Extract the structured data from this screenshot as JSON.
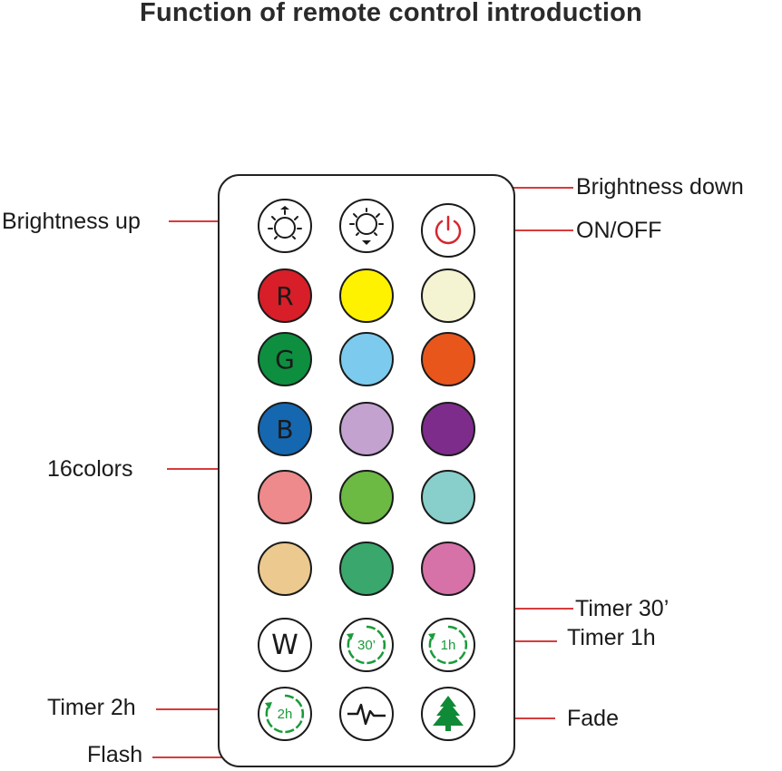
{
  "title": "Function of remote control introduction",
  "labels": {
    "brightness_up": "Brightness up",
    "brightness_down": "Brightness down",
    "on_off": "ON/OFF",
    "colors16": "16colors",
    "timer_30": "Timer 30’",
    "timer_1h": "Timer 1h",
    "timer_2h": "Timer 2h",
    "fade": "Fade",
    "flash": "Flash"
  },
  "buttons": {
    "red_letter": "R",
    "green_letter": "G",
    "blue_letter": "B",
    "white_letter": "W",
    "timer_30_text": "30’",
    "timer_1h_text": "1h",
    "timer_2h_text": "2h"
  },
  "colors": {
    "red": "#d81e28",
    "yellow": "#fff200",
    "cream": "#f4f3d2",
    "green": "#0d8f3f",
    "light_blue": "#7ccbef",
    "orange": "#e8561c",
    "blue": "#1567b0",
    "lavender": "#c3a2d0",
    "purple": "#7d2c8c",
    "pink": "#ee8a8c",
    "lime_green": "#6cb944",
    "teal": "#88cfcb",
    "tan": "#ecc98e",
    "sea_green": "#3aa76c",
    "magenta_pink": "#d672a8",
    "line_red": "#d73c3c",
    "timer_green": "#1a9b3a",
    "power_red": "#d7262c"
  }
}
